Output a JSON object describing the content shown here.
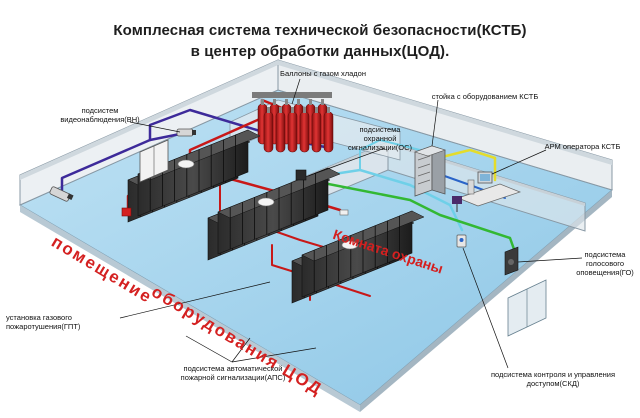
{
  "title": {
    "line1": "Комплесная система технической безопасности(КСТБ)",
    "line2": "в центер обработки данных(ЦОД)."
  },
  "labels": {
    "cylinders": "Баллоны с газом хладон",
    "rack_kstb": "стойка с оборудованием КСТБ",
    "video_1": "подсистем",
    "video_2": "видеонаблюдения(ВН)",
    "os_1": "подсистема",
    "os_2": "охранной",
    "os_3": "сигнализации(ОС)",
    "arm": "АРМ оператора КСТБ",
    "go_1": "подсистема",
    "go_2": "голосового",
    "go_3": "оповещения(ГО)",
    "gpt_1": "установка газового",
    "gpt_2": "пожаротушения(ГПТ)",
    "aps_1": "подсистема автоматической",
    "aps_2": "пожарной сигнализации(АПС)",
    "skd_1": "подсистема контроля и управления",
    "skd_2": "доступом(СКД)"
  },
  "floor_text": {
    "guard_room": "Комната охраны",
    "hall_1": "помещение",
    "hall_2": "оборудования ЦОД"
  },
  "colors": {
    "floor": "#9fd0ea",
    "wall": "#e9edf1",
    "fire_line": "#c81818",
    "red_text": "#d42020",
    "video_line": "#3d2a9a",
    "security_line": "#6fd0e8",
    "access_line": "#33b833",
    "voice_line": "#2a64c8",
    "arm_line": "#e4dc2c"
  }
}
